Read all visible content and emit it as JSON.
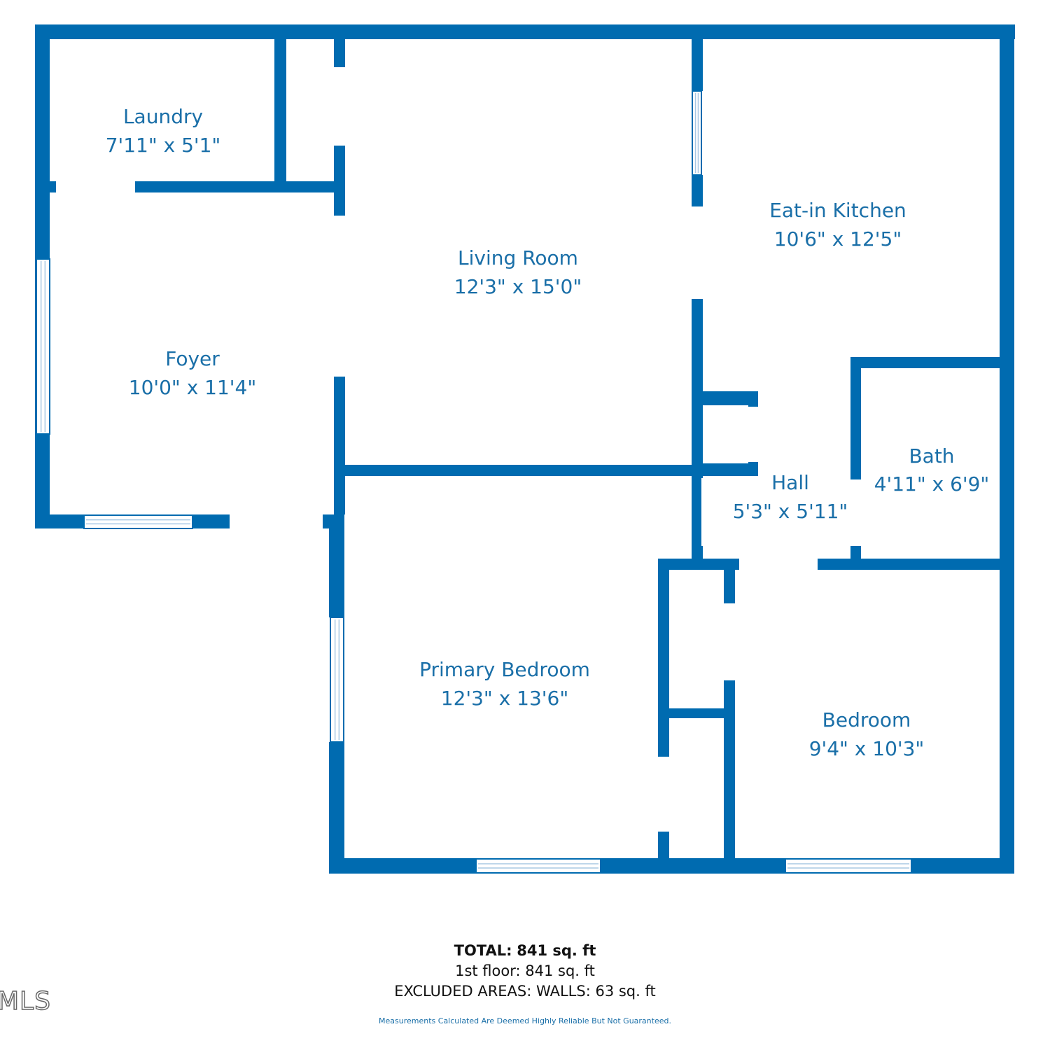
{
  "colors": {
    "wall": "#006bb0",
    "label": "#1a6fa8",
    "window_line": "#a8c8e4"
  },
  "rooms": [
    {
      "id": "laundry",
      "name": "Laundry",
      "dims": "7'11\" x 5'1\""
    },
    {
      "id": "living",
      "name": "Living Room",
      "dims": "12'3\" x 15'0\""
    },
    {
      "id": "kitchen",
      "name": "Eat-in Kitchen",
      "dims": "10'6\" x 12'5\""
    },
    {
      "id": "foyer",
      "name": "Foyer",
      "dims": "10'0\" x 11'4\""
    },
    {
      "id": "bath",
      "name": "Bath",
      "dims": "4'11\" x 6'9\""
    },
    {
      "id": "hall",
      "name": "Hall",
      "dims": "5'3\" x 5'11\""
    },
    {
      "id": "primary",
      "name": "Primary Bedroom",
      "dims": "12'3\" x 13'6\""
    },
    {
      "id": "bedroom",
      "name": "Bedroom",
      "dims": "9'4\" x 10'3\""
    }
  ],
  "footer": {
    "total_key": "TOTAL:",
    "total_value": "841 sq. ft",
    "floor": "1st floor: 841 sq. ft",
    "excluded": "EXCLUDED AREAS: WALLS: 63 sq. ft"
  },
  "disclaimer": "Measurements Calculated Are Deemed Highly Reliable But Not Guaranteed.",
  "logo_text": "MLS"
}
